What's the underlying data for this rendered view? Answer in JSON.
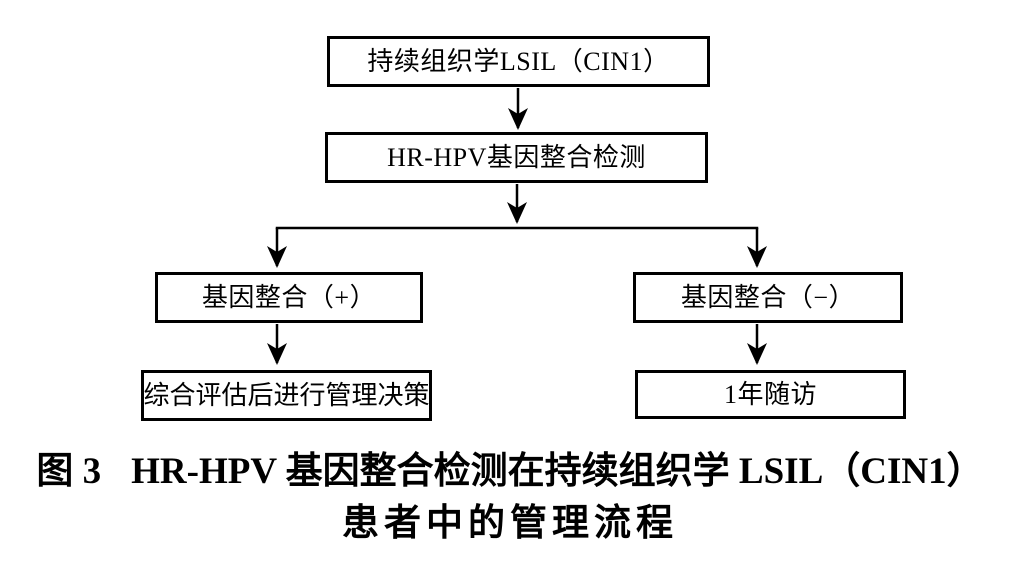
{
  "figure": {
    "kind": "flowchart",
    "colors": {
      "background": "#ffffff",
      "line": "#000000",
      "text": "#000000"
    },
    "nodes": [
      {
        "id": "persistent-lsil",
        "label": "持续组织学LSIL（CIN1）"
      },
      {
        "id": "hr-hpv-integration-test",
        "label": "HR-HPV基因整合检测"
      },
      {
        "id": "integration-positive",
        "label": "基因整合（+）"
      },
      {
        "id": "integration-negative",
        "label": "基因整合（−）"
      },
      {
        "id": "management-decision",
        "label": "综合评估后进行管理决策"
      },
      {
        "id": "one-year-follow-up",
        "label": "1年随访"
      }
    ],
    "edges": [
      {
        "from": "persistent-lsil",
        "to": "hr-hpv-integration-test"
      },
      {
        "from": "hr-hpv-integration-test",
        "to": "integration-positive"
      },
      {
        "from": "hr-hpv-integration-test",
        "to": "integration-negative"
      },
      {
        "from": "integration-positive",
        "to": "management-decision"
      },
      {
        "from": "integration-negative",
        "to": "one-year-follow-up"
      }
    ],
    "caption": {
      "figure_label": "图 3",
      "line1": "HR-HPV 基因整合检测在持续组织学 LSIL（CIN1）",
      "line2": "患者中的管理流程"
    }
  }
}
